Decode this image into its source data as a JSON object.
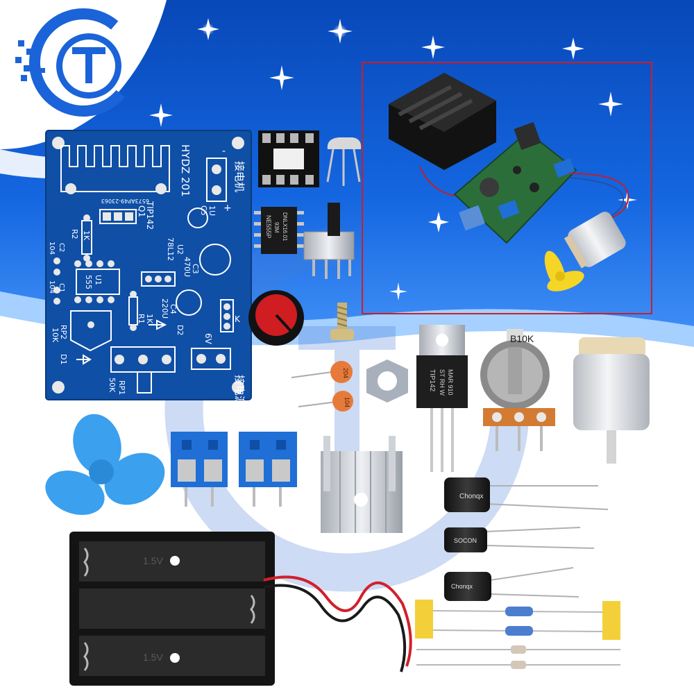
{
  "colors": {
    "sky_top": "#0a57c8",
    "sky_bottom": "#4fa0ff",
    "pcb_blue": "#0f4fa6",
    "terminal_blue": "#1f6fd6",
    "fan_blue": "#3ba0ee",
    "inset_border": "#c8202a"
  },
  "icons": {
    "logo": "brand-logo-icon",
    "star": "sparkle-star-icon"
  },
  "pcb": {
    "model": "HYDZ 201",
    "serial": "6573AP49-23063",
    "motor_label": "接电机",
    "power_label": "接电源",
    "labels": {
      "q1": "Q1",
      "q1_part": "TIP142",
      "r2": "R2",
      "r2_val": "1K",
      "u1": "U1",
      "u1_part": "555",
      "c1": "C1",
      "c1_val": "104",
      "c2": "C2",
      "c2_val": "104",
      "u2": "U2",
      "u2_part": "78L12",
      "c5": "C5",
      "c5_val": "1U",
      "c3": "C3",
      "c3_val": "470U",
      "c4": "C4",
      "c4_val": "220U",
      "r1": "R1",
      "r1_val": "1K",
      "d2": "D2",
      "rp2": "RP2",
      "rp2_val": "10K",
      "d1": "D1",
      "rp1": "RP1",
      "rp1_val": "50K",
      "k": "K",
      "v6": "6V",
      "minus": "-",
      "plus": "+"
    }
  },
  "components": {
    "ic_top": "NE555P",
    "ic_mid": "93M",
    "ic_bot": "DNLX16.01",
    "ceramic_cap": "204",
    "ceramic_cap_2": "104",
    "transistor_top": "TIP142",
    "transistor_mid": "ST RH W",
    "transistor_bot": "MAR 910",
    "potentiometer": "B10K",
    "electrolytic_brand": "Chonqx",
    "electrolytic_2": "SOCON",
    "battery_label": "1.5V",
    "battery_label_2": "1.5V"
  }
}
